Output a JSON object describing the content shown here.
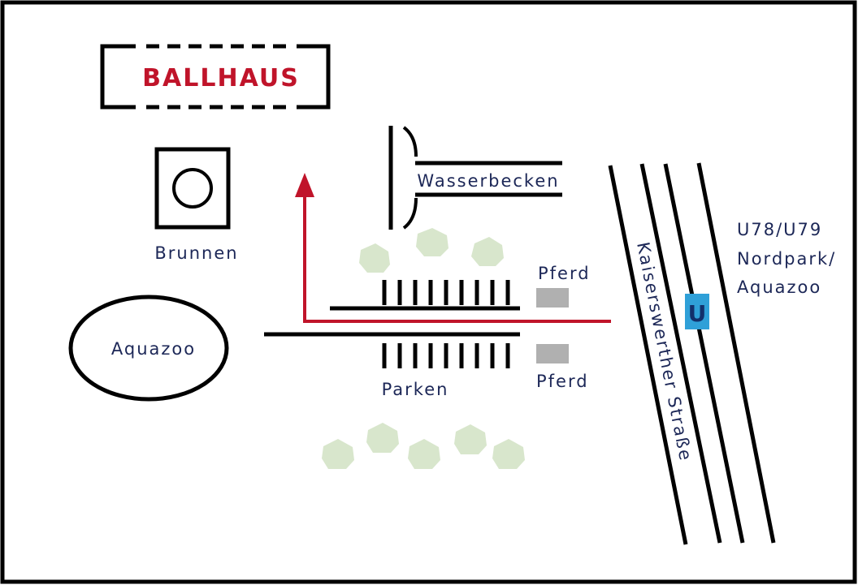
{
  "labels": {
    "ballhaus": "BALLHAUS",
    "brunnen": "Brunnen",
    "aquazoo": "Aquazoo",
    "wasserbecken": "Wasserbecken",
    "parken": "Parken",
    "pferd_top": "Pferd",
    "pferd_bottom": "Pferd",
    "street": "Kaiserswerther Straße",
    "ubahn_badge": "U",
    "ubahn_line1": "U78/U79",
    "ubahn_line2": "Nordpark/",
    "ubahn_line3": "Aquazoo"
  },
  "colors": {
    "navy": "#1c2757",
    "red": "#c0142a",
    "route": "#c0142a",
    "ubahn": "#2fa0d8",
    "ubahn_text": "#12306b",
    "tree": "#d8e6cc",
    "pferd": "#b0b0b0",
    "line": "#000000"
  }
}
